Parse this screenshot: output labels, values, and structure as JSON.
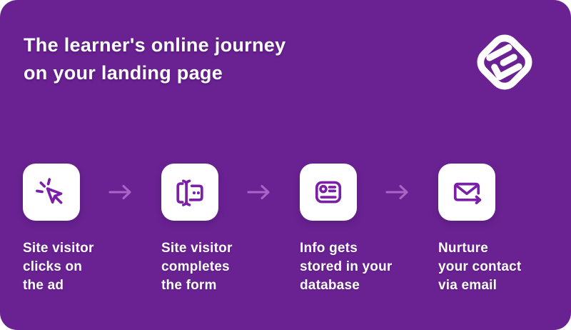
{
  "colors": {
    "background": "#6A2292",
    "tile": "#FFFFFF",
    "icon_stroke": "#7A1FA8",
    "flow_arrow": "#A765C8",
    "text": "#FFFFFF"
  },
  "header": {
    "title_line1": "The learner's online journey",
    "title_line2": "on your landing page",
    "logo": "learnworlds-logo"
  },
  "steps": [
    {
      "icon": "cursor-click-icon",
      "label": "Site visitor clicks on the ad",
      "label_lines": [
        "Site visitor",
        "clicks on",
        "the ad"
      ]
    },
    {
      "icon": "form-input-icon",
      "label": "Site visitor completes the form",
      "label_lines": [
        "Site visitor",
        "completes",
        "the form"
      ]
    },
    {
      "icon": "database-card-icon",
      "label": "Info gets stored in your database",
      "label_lines": [
        "Info gets",
        "stored in your",
        "database"
      ]
    },
    {
      "icon": "email-send-icon",
      "label": "Nurture your contact via email",
      "label_lines": [
        "Nurture",
        "your contact",
        "via email"
      ]
    }
  ],
  "flow": {
    "arrow_icon": "right-arrow-icon",
    "arrow_count": 3
  }
}
